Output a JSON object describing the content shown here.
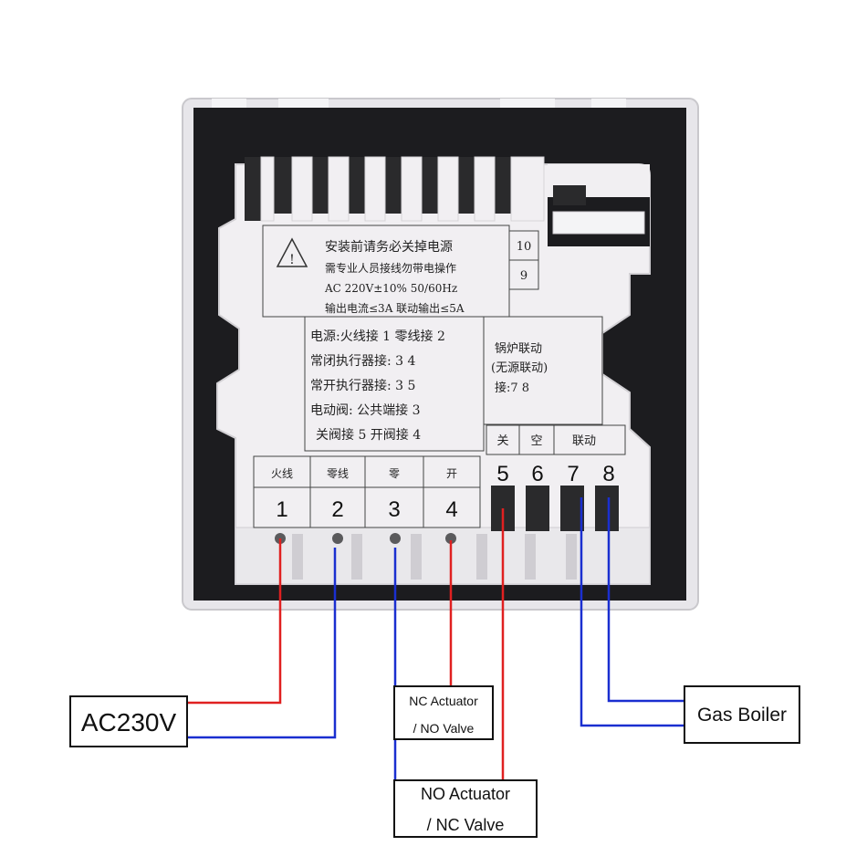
{
  "device": {
    "warning_line1": "安装前请务必关掉电源",
    "warning_line2": "需专业人员接线勿带电操作",
    "warning_line3": "AC 220V±10% 50/60Hz",
    "warning_line4": "输出电流≤3A   联动输出≤5A",
    "side_10": "10",
    "side_9": "9",
    "wiring_line1": "电源:火线接 1 零线接 2",
    "wiring_line2": "常闭执行器接:   3   4",
    "wiring_line3": "常开执行器接:   3   5",
    "wiring_line4": "电动阀:  公共端接 3",
    "wiring_line5": "关阀接 5 开阀接  4",
    "boiler_line1": "锅炉联动",
    "boiler_line2": "(无源联动)",
    "boiler_line3": "接:7  8",
    "top_headers": [
      "关",
      "空",
      "联动"
    ],
    "terminal_headers": [
      "火线",
      "零线",
      "零",
      "开"
    ],
    "terminal_numbers": [
      "1",
      "2",
      "3",
      "4",
      "5",
      "6",
      "7",
      "8"
    ]
  },
  "labels": {
    "ac": "AC230V",
    "nc_actuator_1": "NC Actuator",
    "nc_actuator_2": "/ NO Valve",
    "no_actuator_1": "NO Actuator",
    "no_actuator_2": "/ NC Valve",
    "gas_boiler": "Gas Boiler"
  },
  "colors": {
    "wire_red": "#e02020",
    "wire_blue": "#1a2fd0",
    "frame": "#e9e9ec",
    "panel": "#1c1c1f",
    "housing": "#f1eff2"
  }
}
